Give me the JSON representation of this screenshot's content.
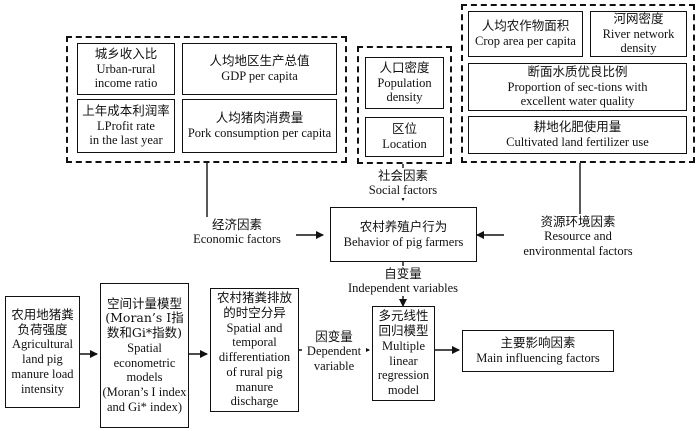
{
  "economic": {
    "urban_rural": {
      "zh": "城乡收入比",
      "en": "Urban-rural\nincome ratio"
    },
    "gdp": {
      "zh": "人均地区生产总值",
      "en": "GDP per capita"
    },
    "profit": {
      "zh": "上年成本利润率",
      "en": "LProfit rate\nin the last year"
    },
    "pork": {
      "zh": "人均猪肉消费量",
      "en": "Pork consumption per capita"
    },
    "group_label": {
      "zh": "经济因素",
      "en": "Economic factors"
    }
  },
  "social": {
    "population": {
      "zh": "人口密度",
      "en": "Population\ndensity"
    },
    "location": {
      "zh": "区位",
      "en": "Location"
    },
    "group_label": {
      "zh": "社会因素",
      "en": "Social factors"
    }
  },
  "resource": {
    "crop": {
      "zh": "人均农作物面积",
      "en": "Crop area per capita"
    },
    "river": {
      "zh": "河网密度",
      "en": "River network\ndensity"
    },
    "water": {
      "zh": "断面水质优良比例",
      "en": "Proportion of sec-tions with\nexcellent water quality"
    },
    "fertilizer": {
      "zh": "耕地化肥使用量",
      "en": "Cultivated land fertilizer use"
    },
    "group_label": {
      "zh": "资源环境因素",
      "en": "Resource and\nenvironmental factors"
    }
  },
  "behavior": {
    "zh": "农村养殖户行为",
    "en": "Behavior of pig farmers"
  },
  "independent": {
    "zh": "自变量",
    "en": "Independent variables"
  },
  "dependent": {
    "zh": "因变量",
    "en": "Dependent\nvariable"
  },
  "flow": {
    "load": {
      "zh": "农用地猪粪\n负荷强度",
      "en": "Agricultural\nland pig\nmanure load\nintensity"
    },
    "spatial_model": {
      "zh": "空间计量模型\n(Moran’s I指\n数和Gi*指数)",
      "en": "Spatial\neconometric\nmodels\n(Moran’s I index\nand Gi* index)"
    },
    "differentiation": {
      "zh": "农村猪粪排放\n的时空分异",
      "en": "Spatial and\ntemporal\ndifferentiation\nof rural pig\nmanure\ndischarge"
    },
    "regression": {
      "zh": "多元线性\n回归模型",
      "en": "Multiple\nlinear\nregression\nmodel"
    },
    "main_factors": {
      "zh": "主要影响因素",
      "en": "Main influencing factors"
    }
  }
}
